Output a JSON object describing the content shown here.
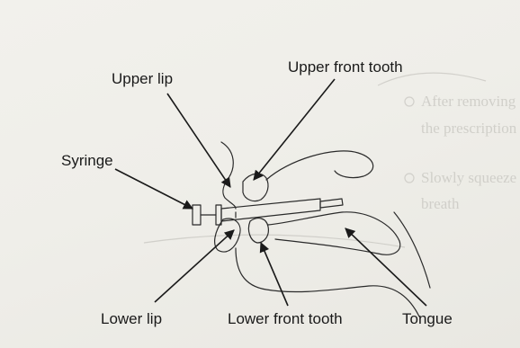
{
  "labels": {
    "upper_lip": "Upper lip",
    "upper_front_tooth": "Upper front tooth",
    "syringe": "Syringe",
    "lower_lip": "Lower lip",
    "lower_front_tooth": "Lower front tooth",
    "tongue": "Tongue"
  },
  "colors": {
    "paper": "#efeee9",
    "ink": "#1a1a1a",
    "bleed_through": "#bdbcb6"
  }
}
